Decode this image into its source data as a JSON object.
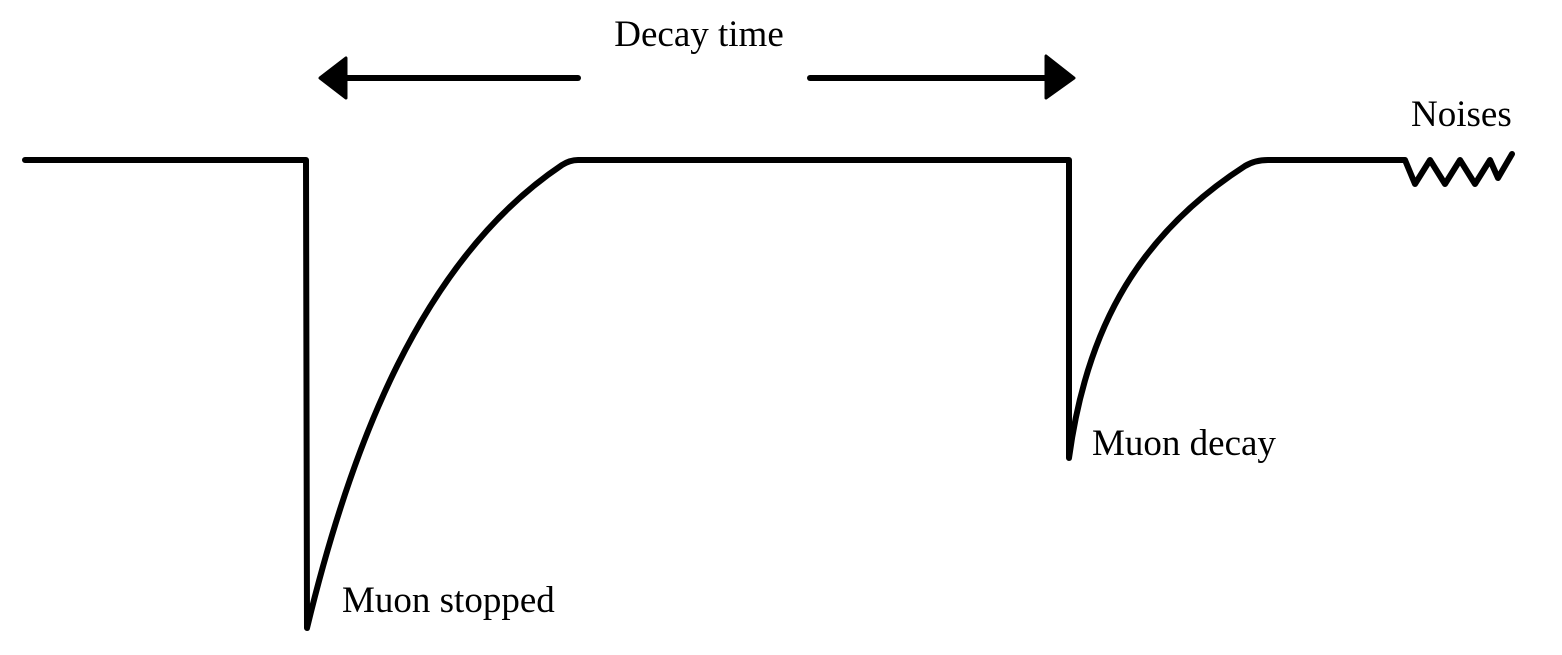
{
  "labels": {
    "interval": "Decay time",
    "noise": "Noises",
    "first_pulse": "Muon stopped",
    "second_pulse": "Muon decay"
  },
  "colors": {
    "stroke": "#000000",
    "background": "#ffffff"
  }
}
